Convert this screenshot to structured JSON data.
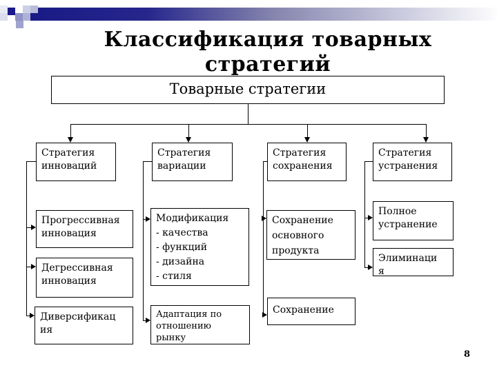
{
  "slide": {
    "title": "Классификация товарных стратегий",
    "page_number": "8"
  },
  "diagram": {
    "root": {
      "label": "Товарные стратегии"
    },
    "columns": [
      {
        "header": "Стратегия\nинноваций",
        "children": [
          "Прогрессивная\nинновация",
          "Дегрессивная\nинновация",
          "Диверсификац\nия"
        ]
      },
      {
        "header": "Стратегия\nвариации",
        "children": [
          "Модификация\n- качества\n- функций\n- дизайна\n- стиля",
          "Адаптация по\nотношению\nрынку"
        ]
      },
      {
        "header": "Стратегия\nсохранения",
        "children": [
          "Сохранение\nосновного\nпродукта",
          "Сохранение"
        ]
      },
      {
        "header": "Стратегия\nустранения",
        "children": [
          "Полное\nустранение",
          "Элиминаци\nя"
        ]
      }
    ]
  },
  "colors": {
    "accent_navy": "#1a1a8c",
    "box_border": "#000000",
    "background": "#ffffff"
  }
}
